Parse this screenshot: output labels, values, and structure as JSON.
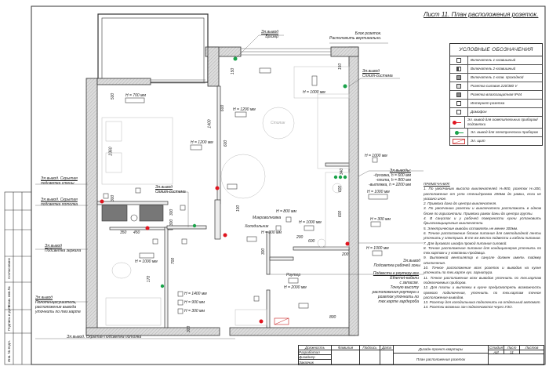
{
  "sheet_title": "Лист 11. План расположения розеток.",
  "legend": {
    "title": "УСЛОВНЫЕ ОБОЗНАЧЕНИЯ",
    "items": [
      {
        "icon": "switch-1-key-icon",
        "label": "Включатель 1-клавишный"
      },
      {
        "icon": "switch-2-key-icon",
        "label": "Включатель 2-клавишный"
      },
      {
        "icon": "switch-passthrough-icon",
        "label": "Включатель 1-клав. проходной"
      },
      {
        "icon": "power-socket-icon",
        "label": "Розетка силовая 220/380 V"
      },
      {
        "icon": "waterproof-socket-icon",
        "label": "Розетка влагозащитная IP44"
      },
      {
        "icon": "internet-socket-icon",
        "label": "Интернет-розетка"
      },
      {
        "icon": "intercom-icon",
        "label": "Домофон"
      },
      {
        "icon": "lighting-outlet-icon",
        "label": "Эл. вывод для осветительных приборов/подсветки"
      },
      {
        "icon": "appliance-outlet-icon",
        "label": "Эл. вывод для электрических приборов"
      },
      {
        "icon": "electric-panel-icon",
        "label": "Эл. щит"
      }
    ]
  },
  "colors": {
    "lighting_outlet": "#e0141e",
    "appliance_outlet": "#1aa34a",
    "wall_fill": "#d8d8d8",
    "panel": "#d04040"
  },
  "notes": {
    "heading": "ПРИМЕЧАНИЯ:",
    "items": [
      "1. По умолчанию высота выключателей H=900, розеток H=300, расположение от угла стены/проема 200мм до рамки, если не указано иное.",
      "2. Привязка дана до центра выключателя.",
      "3. По умолчанию розетки и выключатели расположить в одном блоке по горизонтали. Привязки рамок даны до центра группы.",
      "4. В санузлах и у рабочей поверхности кухни установить брызгозащищенные выключатели.",
      "5. Электрические выводы оставлять не менее 300мм.",
      "6. Точное расположение блоков питания для светодиодной ленты уточнить у электрика. В те же места подвести и кабели питания.",
      "7. Для духового шкафа провод питания силовой.",
      "8. Точное расположение питания для кондиционеров уточнить по тех.картам и у компании-продавца.",
      "9. Вытяжной вентилятор в санузле должен иметь таймер отключения.",
      "10. Точное расположение всех розеток и выводов на кухне уточнить по тех.карте кух. гарнитура.",
      "11. Точное расположение всех выводов уточнить по тех.картам подключаемых приборов.",
      "12. Для плиты и вытяжки в кухне предусмотреть возможность прямого подключения, уточнить по тех.картам точное расположение выводов.",
      "13. Розетку для холодильника подключить на отдельный автомат.",
      "14. Розетки влажных зон подключаются через УЗО."
    ]
  },
  "annotations": {
    "breezer": [
      "Эл.вывод",
      "Бризер"
    ],
    "socket_block": [
      "Блок розеток.",
      "Расположить вертикально."
    ],
    "split_living": [
      "Эл.вывод",
      "Сплит-система"
    ],
    "split_bedroom": [
      "Эл.вывод",
      "Сплит-система"
    ],
    "wall_light": [
      "Эл.вывод. Скрытая",
      "подсветка стены"
    ],
    "ceiling_light": [
      "Эл.вывод. Скрытая",
      "подсветка потолка"
    ],
    "mirror_light": [
      "Эл.вывод",
      "Подсветка зеркала"
    ],
    "towel_dryer": [
      "Эл.вывод",
      "Полотенцесушитель,",
      "расположение вывода",
      "уточнить по тех.карте"
    ],
    "kitchen_outlets": [
      "Эл.выводы:",
      "-духовка, h = 600 мм",
      "-плита, h = 800 мм",
      "-вытяжка, h = 2200 мм"
    ],
    "worktop_light": [
      "Эл.вывод",
      "Подсветка рабочей зоны"
    ],
    "router_note": [
      "Подвести к роутеру все",
      "Ethernet-кабели",
      "с запасом.",
      "Точную высоту",
      "расположения роутера и",
      "розеток уточнить по",
      "тех.карте гардероба"
    ],
    "bottom_ceiling_light": "Эл.вывод. Скрытая подсветка потолка",
    "microwave": "Микроволновка",
    "fridge": "Холодильник",
    "router": "Роутер",
    "table_label": "Столик"
  },
  "heights": {
    "h700": "H = 700 мм",
    "h1200a": "H = 1200 мм",
    "h1200b": "H = 1200 мм",
    "h1000a": "H = 1000 мм",
    "h1000b": "H = 1000 мм",
    "h1000c": "H = 1000 мм",
    "h300a": "H = 300 мм",
    "h1000d": "H = 1000 мм",
    "h800": "H = 800 мм",
    "h1000e": "H = 1000 мм",
    "h300b": "H = 300 мм",
    "h2000": "H = 2000 мм",
    "h1000f": "H = 1000 мм",
    "h1400": "H = 1400 мм",
    "h900": "H = 900 мм",
    "h300c": "H = 300 мм"
  },
  "dimensions": [
    "500",
    "2360",
    "1400",
    "300",
    "600",
    "600",
    "150",
    "150",
    "340",
    "600",
    "600",
    "350",
    "450",
    "300",
    "300",
    "700",
    "170",
    "300",
    "200",
    "600",
    "200",
    "800",
    "300",
    "100"
  ],
  "title_block": {
    "col_position": "Должность",
    "col_surname": "Фамилия",
    "col_signature": "Подпись",
    "col_date": "Дата",
    "roles": [
      "Разработал",
      "Дизайнер",
      "Заказчик"
    ],
    "project": "Дизайн-проект квартиры",
    "sheet_name": "План расположения розеток",
    "col_stage": "Стадия",
    "col_sheet": "Лист",
    "col_sheets": "Листов",
    "stage": "АИ",
    "sheet": "11"
  },
  "stamp": [
    "Согласовано",
    "Взам. инв.№",
    "Подпись и дата",
    "Инв. № подл."
  ]
}
